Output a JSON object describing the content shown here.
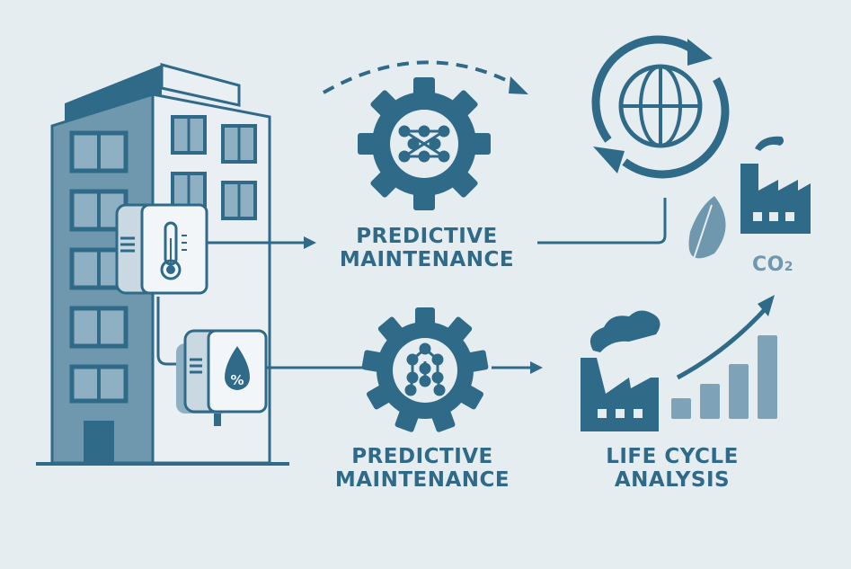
{
  "colors": {
    "primary": "#2f6a88",
    "mid": "#6f98ae",
    "light": "#9bb9ca",
    "background": "#e6edf1"
  },
  "nodes": {
    "building": {
      "icon": "building-icon",
      "sensors": [
        {
          "icon": "thermometer-icon",
          "type": "temperature"
        },
        {
          "icon": "humidity-drop-icon",
          "type": "humidity",
          "glyph": "%"
        }
      ]
    },
    "top_process": {
      "icon": "gear-network-icon",
      "line1": "PREDICTIVE",
      "line2": "MAINTENANCE"
    },
    "bottom_process": {
      "icon": "gear-network-icon",
      "line1": "PREDICTIVE",
      "line2": "MAINTENANCE"
    },
    "sustainability": {
      "icons": [
        "globe-cycle-icon",
        "leaf-icon",
        "factory-icon"
      ],
      "co2_label": "CO",
      "co2_sub": "2"
    },
    "lca": {
      "icons": [
        "factory-smoke-icon",
        "bar-chart-up-icon"
      ],
      "line1": "LIFE CYCLE",
      "line2": "ANALYSIS"
    }
  }
}
